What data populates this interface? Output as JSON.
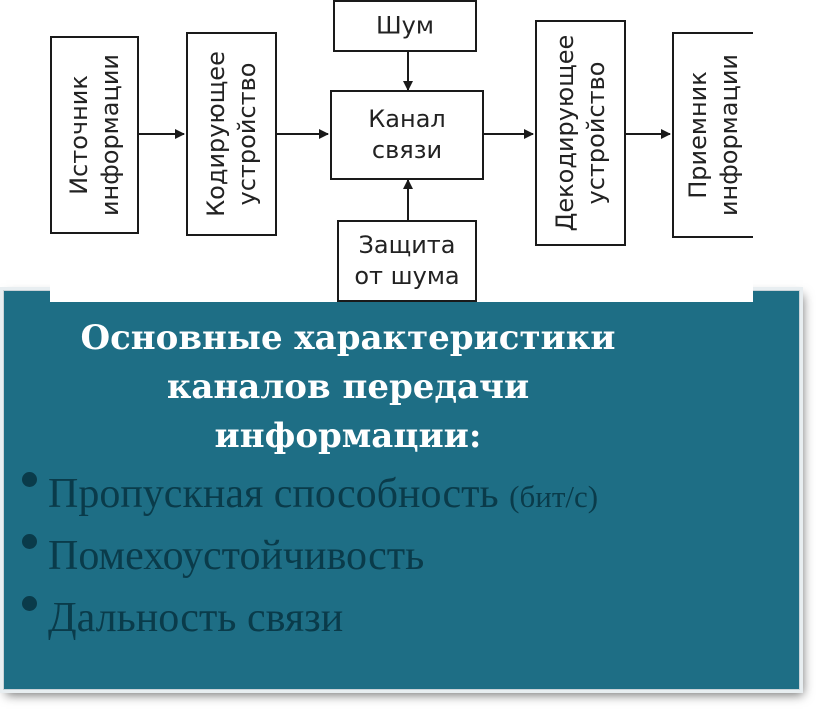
{
  "diagram": {
    "source": [
      "Источник",
      "информации"
    ],
    "encoder": [
      "Кодирующее",
      "устройство"
    ],
    "noise": [
      "Шум"
    ],
    "channel": [
      "Канал",
      "связи"
    ],
    "protection": [
      "Защита",
      "от шума"
    ],
    "decoder": [
      "Декодирующее",
      "устройство"
    ],
    "receiver": [
      "Приемник",
      "информации"
    ]
  },
  "title": [
    "Основные характеристики",
    "каналов передачи",
    "информации:"
  ],
  "bullets": [
    {
      "text": "Пропускная способность",
      "note": "(бит/с)"
    },
    {
      "text": "Помехоустойчивость",
      "note": ""
    },
    {
      "text": "Дальность связи",
      "note": ""
    }
  ]
}
